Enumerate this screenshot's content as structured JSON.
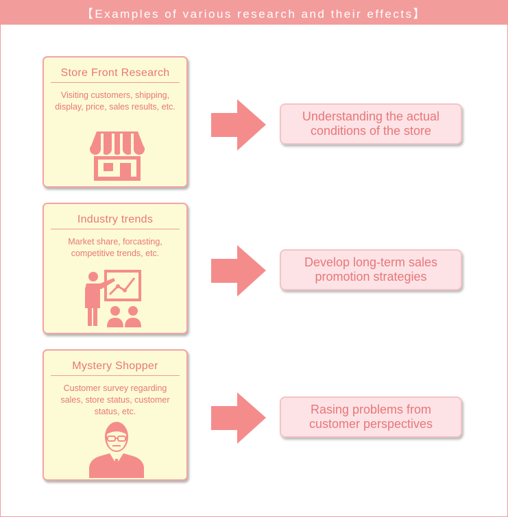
{
  "title": "【Examples of various research and their effects】",
  "colors": {
    "accent": "#f39c9c",
    "card_bg": "#fdfbd5",
    "effect_bg": "#fde3e5",
    "text": "#e8767a",
    "arrow": "#f58c8c"
  },
  "rows": [
    {
      "card": {
        "title": "Store Front Research",
        "description": "Visiting customers, shipping, display, price, sales results, etc.",
        "icon": "storefront-icon"
      },
      "arrow_icon": "right-arrow-icon",
      "effect": "Understanding the actual conditions of the store"
    },
    {
      "card": {
        "title": "Industry trends",
        "description": "Market share, forcasting, competitive trends, etc.",
        "icon": "presentation-icon"
      },
      "arrow_icon": "right-arrow-icon",
      "effect": "Develop long-term sales promotion strategies"
    },
    {
      "card": {
        "title": "Mystery Shopper",
        "description": "Customer survey regarding sales, store status, customer status, etc.",
        "icon": "businessman-icon"
      },
      "arrow_icon": "right-arrow-icon",
      "effect": "Rasing problems from customer perspectives"
    }
  ]
}
